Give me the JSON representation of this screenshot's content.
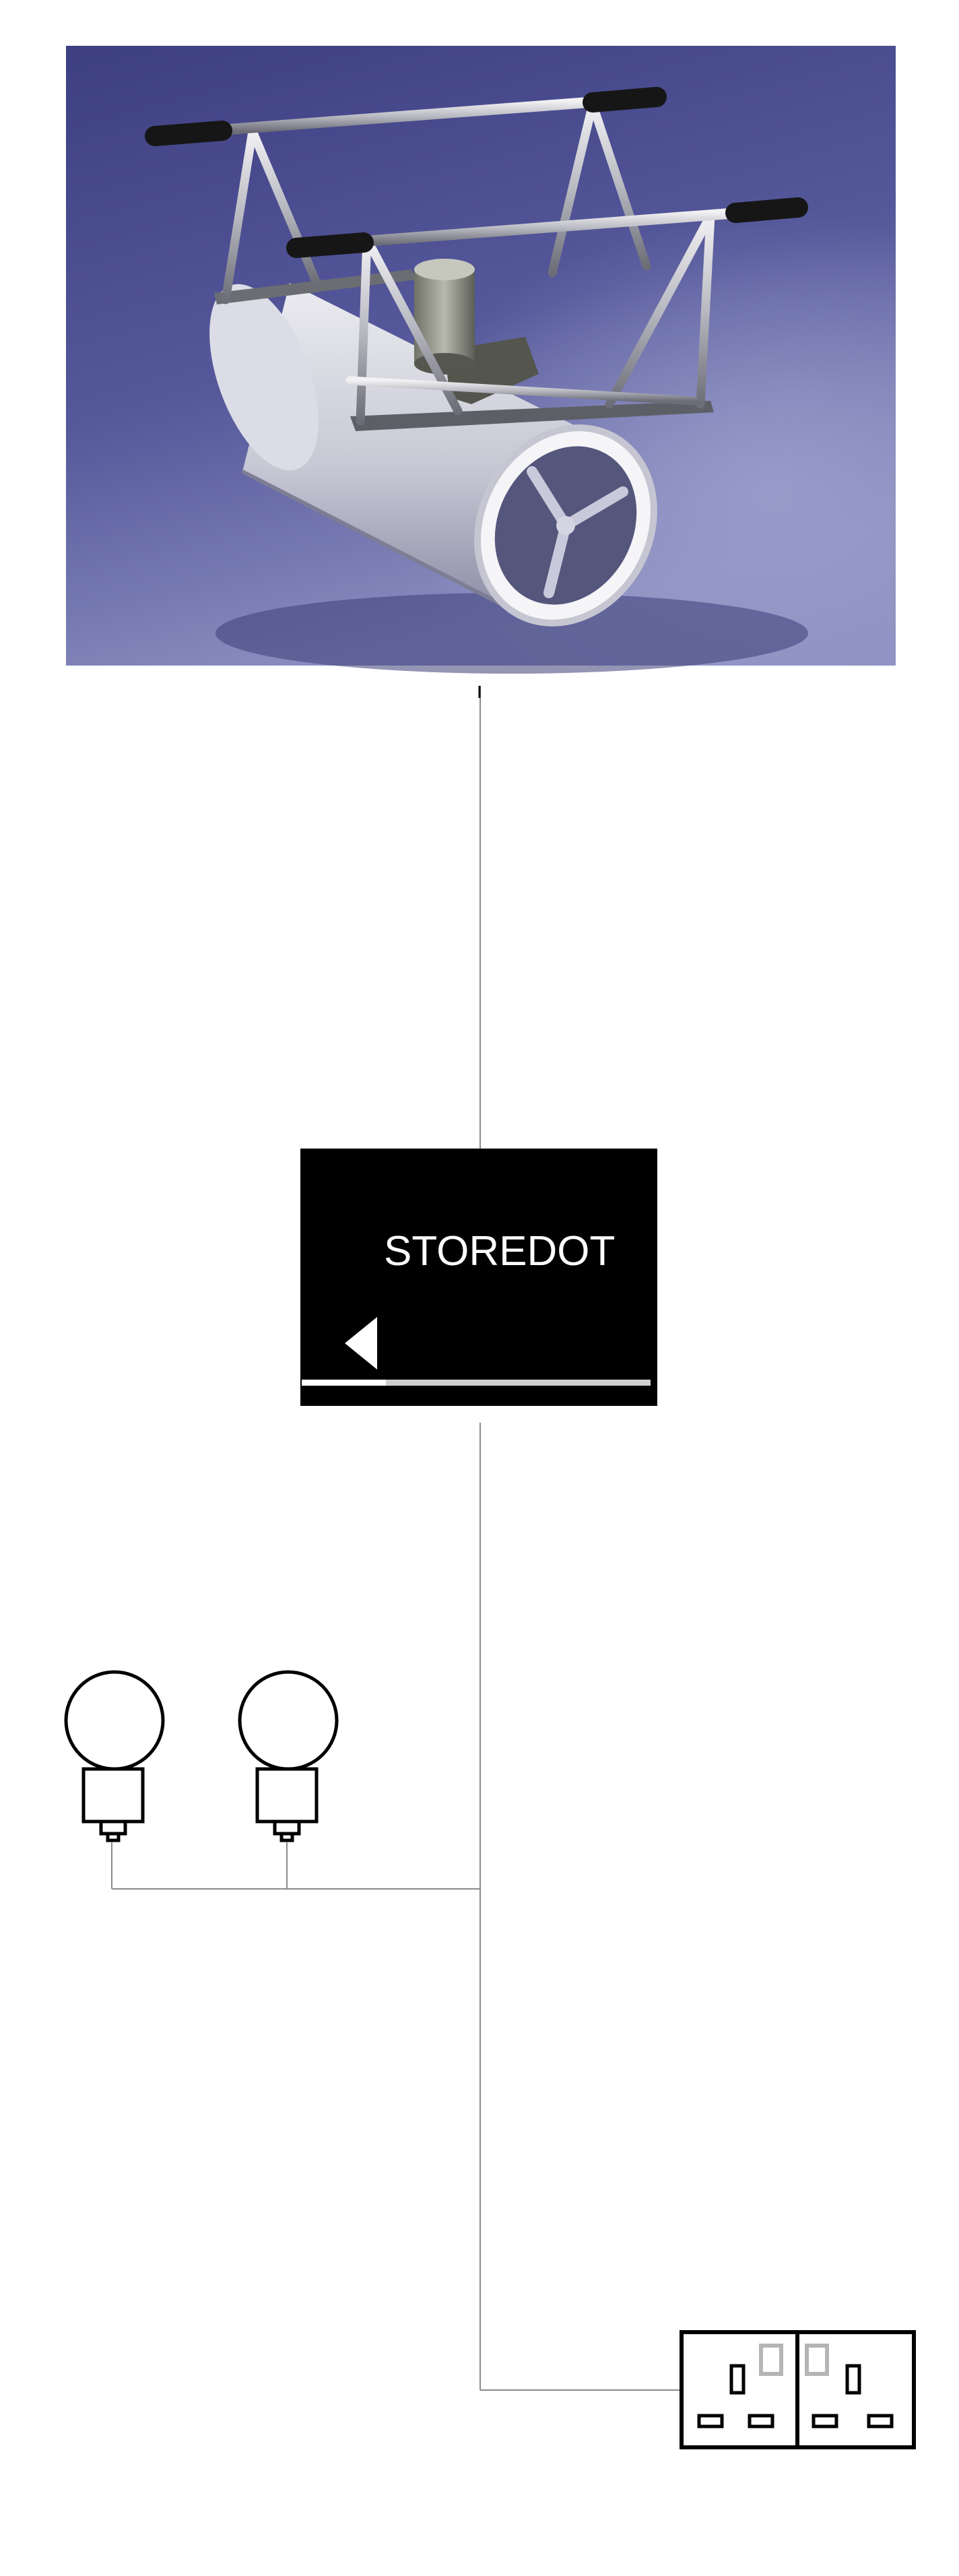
{
  "turbine": {
    "icon": "water-turbine-render"
  },
  "storage_unit": {
    "label": "STOREDOT",
    "icon": "back-arrow-icon"
  },
  "lamps": {
    "count": 2,
    "icon": "light-bulb-icon"
  },
  "socket": {
    "icon": "double-power-socket-icon"
  },
  "colors": {
    "render_background": "#4a4e8c",
    "device_body": "#000000",
    "device_text": "#ffffff",
    "wire": "#8a8a8a",
    "symbol_stroke": "#000000"
  }
}
